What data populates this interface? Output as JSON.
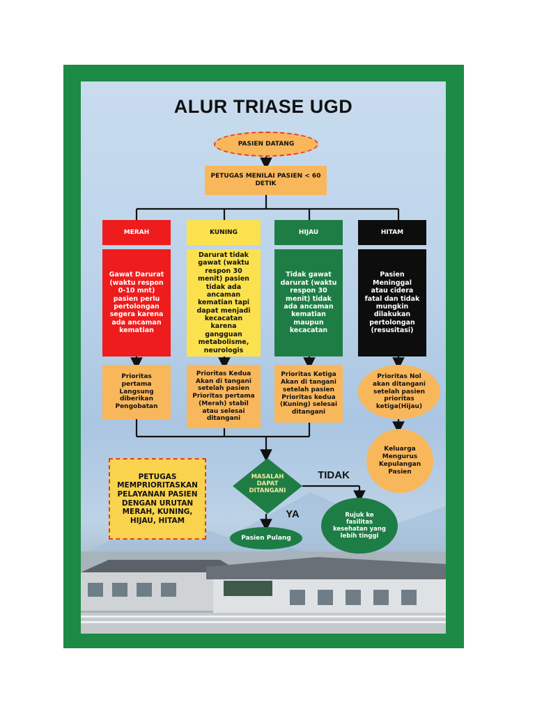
{
  "title": "ALUR TRIASE UGD",
  "start": "PASIEN DATANG",
  "assess": "PETUGAS MENILAI PASIEN < 60 DETIK",
  "categories": [
    {
      "label": "MERAH",
      "color": "#ee1c1c",
      "text_color": "#ffffff",
      "description": "Gawat Darurat (waktu respon 0-10 mnt) pasien perlu pertolongan segera karena ada ancaman kematian",
      "priority": "Prioritas pertama Langsung diberikan Pengobatan"
    },
    {
      "label": "KUNING",
      "color": "#fbe14d",
      "text_color": "#111111",
      "description": "Darurat tidak gawat (waktu respon 30 menit) pasien tidak ada ancaman kematian tapi dapat menjadi kecacatan karena gangguan metabolisme, neurologis",
      "priority": "Prioritas Kedua Akan di tangani setelah pasien Prioritas pertama (Merah) stabil atau selesai ditangani"
    },
    {
      "label": "HIJAU",
      "color": "#1e7d45",
      "text_color": "#ffffff",
      "description": "Tidak gawat darurat (waktu respon 30 menit) tidak ada ancaman kematian maupun kecacatan",
      "priority": "Prioritas Ketiga Akan di tangani setelah pasien Prioritas kedua (Kuning) selesai ditangani"
    },
    {
      "label": "HITAM",
      "color": "#0d0d0d",
      "text_color": "#ffffff",
      "description": "Pasien Meninggal atau cidera fatal dan tidak mungkin dilakukan pertolongan (resusitasi)",
      "priority": "Prioritas Nol akan ditangani setelah pasien prioritas ketiga(Hijau)"
    }
  ],
  "family": "Keluarga Mengurus Kepulangan Pasien",
  "note": "PETUGAS MEMPRIORITASKAN PELAYANAN PASIEN DENGAN URUTAN MERAH, KUNING, HIJAU, HITAM",
  "decision": "MASALAH DAPAT DITANGANI",
  "no_label": "TIDAK",
  "yes_label": "YA",
  "refer": "Rujuk ke fasilitas kesehatan yang lebih tinggi",
  "discharge": "Pasien Pulang",
  "colors": {
    "frame": "#1d8a45",
    "box": "#f9b75c",
    "note_box": "#f9d34d",
    "dashed": "#e23b2f",
    "green": "#1e7d45"
  }
}
